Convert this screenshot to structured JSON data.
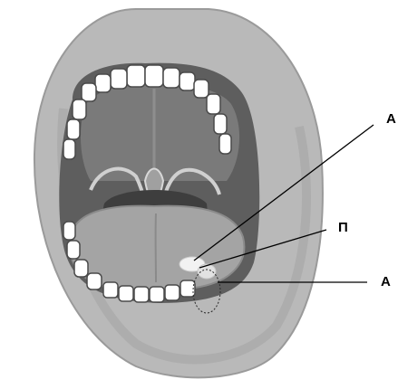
{
  "diagram": {
    "labels": {
      "top_right": "A",
      "middle": "П",
      "bottom_right": "A"
    }
  },
  "colors": {
    "background": "#ffffff",
    "lip": "#b4b4b4",
    "lip_shadow": "#8a8a8a",
    "palate": "#6e6e6e",
    "tooth": "#ffffff",
    "gum": "#5a5a5a",
    "tongue": "#9c9c9c",
    "line": "#000000"
  }
}
